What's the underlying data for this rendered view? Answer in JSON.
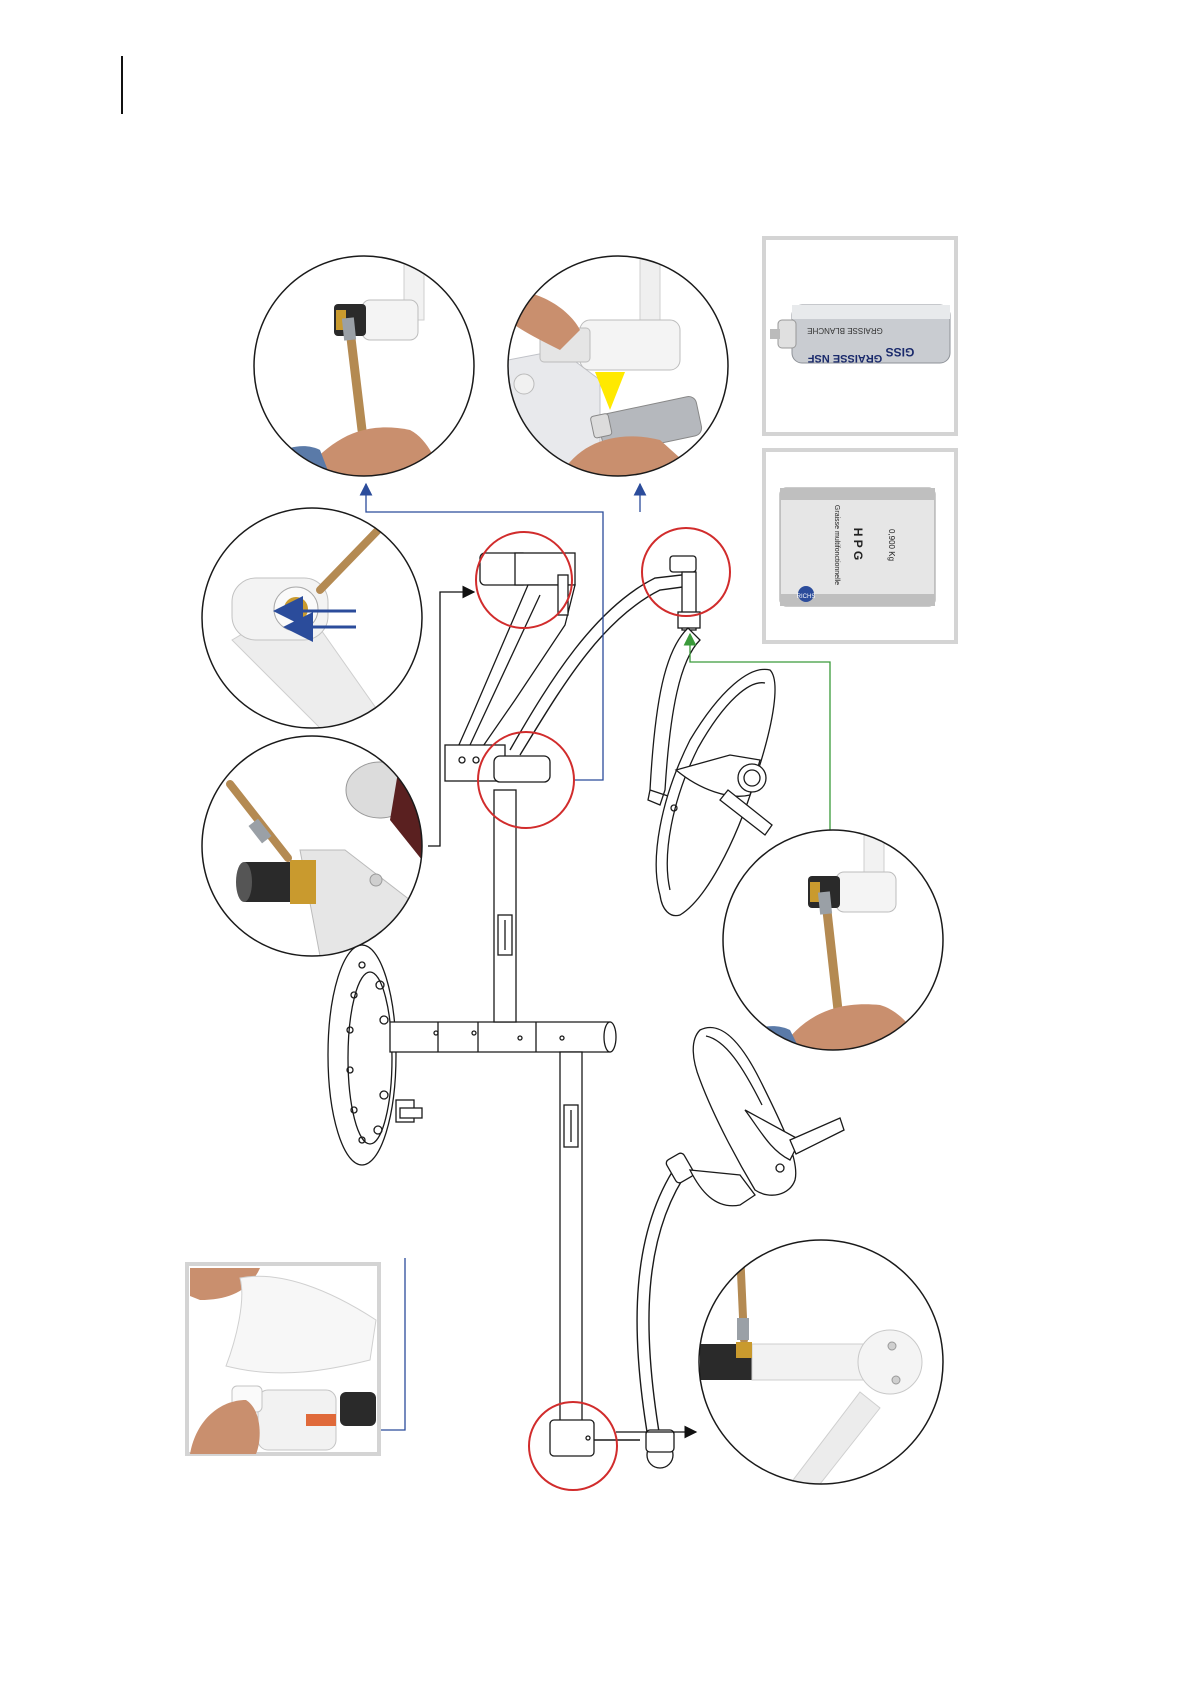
{
  "page": {
    "background": "#ffffff"
  },
  "colors": {
    "outline": "#1a1a1a",
    "highlight_circle": "#d12c2c",
    "callout_blue": "#2b4c9b",
    "callout_green": "#3a9a3a",
    "photo_frame": "#d4d4d4",
    "skin": "#c98f6e",
    "grease": "#c99a2e",
    "tube_white": "#efefef",
    "black_part": "#2a2a2a",
    "yellow_spray": "#ffe900"
  },
  "products": {
    "spray_can": {
      "brand": "GISS",
      "name": "GRAISSE NSF",
      "sub": "GRAISSE BLANCHE"
    },
    "grease_tin": {
      "name": "H P G",
      "sub": "Graisse multifonctionnelle",
      "weight": "0,900 Kg",
      "maker": "RICHS"
    }
  },
  "icons": [
    "brush-icon",
    "spray-can-icon",
    "grease-tin-icon",
    "wipe-cloth-icon",
    "cleaner-bottle-icon",
    "arrow-icon"
  ]
}
